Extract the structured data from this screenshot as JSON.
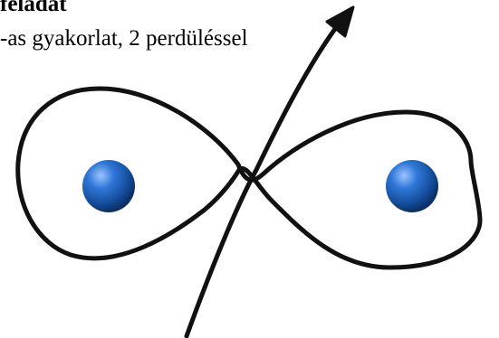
{
  "header": {
    "title": "feladat",
    "subtitle": "-as gyakorlat, 2 perdüléssel"
  },
  "diagram": {
    "line_color": "#111111",
    "ball_color": "#1f5fb8",
    "icons": [
      "left-ball-icon",
      "right-ball-icon",
      "figure-eight-path",
      "arrow-path"
    ]
  }
}
